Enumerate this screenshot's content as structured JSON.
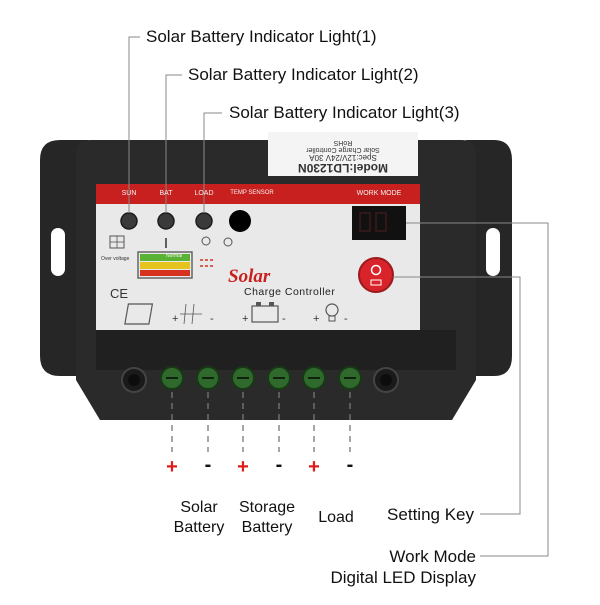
{
  "callouts": {
    "indicator_1": "Solar Battery Indicator Light(1)",
    "indicator_2": "Solar Battery Indicator Light(2)",
    "indicator_3": "Solar Battery Indicator Light(3)",
    "setting_key": "Setting Key",
    "display_line1": "Work Mode",
    "display_line2": "Digital LED Display"
  },
  "panel": {
    "label_sun": "SUN",
    "label_bat": "BAT",
    "label_load": "LOAD",
    "label_temp": "TEMP SENSOR",
    "label_work_mode": "WORK MODE",
    "brand": "Solar",
    "subtitle": "Charge Controller",
    "ce_mark": "CE",
    "over_voltage": "Over voltage",
    "normal": "Normal",
    "sticker_line1": "Model:LD1230N",
    "sticker_line2": "Spec:12V/24V 30A",
    "sticker_line3": "Solar Charge Controller",
    "sticker_rohs": "RoHS"
  },
  "terminals": {
    "polarity": [
      "+",
      "-",
      "+",
      "-",
      "+",
      "-"
    ],
    "solar_line1": "Solar",
    "solar_line2": "Battery",
    "storage_line1": "Storage",
    "storage_line2": "Battery",
    "load": "Load"
  },
  "colors": {
    "body": "#2a2a2a",
    "panel": "#e9e9e9",
    "red_band": "#c8201e",
    "terminal_green": "#2f6a2c",
    "plus_red": "#e01b1b",
    "brand_red": "#c8201e"
  }
}
